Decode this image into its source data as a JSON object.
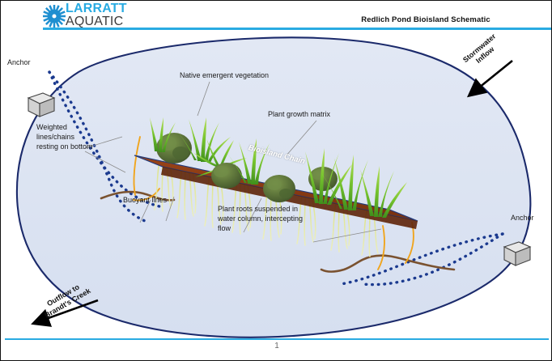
{
  "header": {
    "logo_line1": "LARRATT",
    "logo_line2": "AQUATIC",
    "logo_icon": "starburst-icon",
    "title": "Redlich Pond Bioisland Schematic",
    "accent_color": "#29abe2"
  },
  "footer": {
    "page_number": "1"
  },
  "diagram": {
    "title": "Redlich Pond Bioisland Schematic",
    "pond_fill": "#dde4f1",
    "pond_stroke": "#1b2a6b",
    "matrix_color": "#8a3b13",
    "buoyant_line_color": "#f0a51e",
    "weighted_line_color": "#7a5230",
    "chain_color": "#1b3a8f",
    "anchor_color": "#cfcfcf",
    "labels": {
      "anchor_left": "Anchor",
      "anchor_right": "Anchor",
      "weighted_lines": "Weighted lines/chains resting on bottom",
      "native_vegetation": "Native emergent vegetation",
      "plant_growth_matrix": "Plant growth matrix",
      "bioisland_chain": "Bioisland Chain",
      "buoyant_lines": "Buoyant lines",
      "plant_roots": "Plant roots suspended in water column, intercepting flow",
      "stormwater_inflow": "Stormwater Inflow",
      "outflow": "Outflow to Brandt's Creek"
    }
  }
}
